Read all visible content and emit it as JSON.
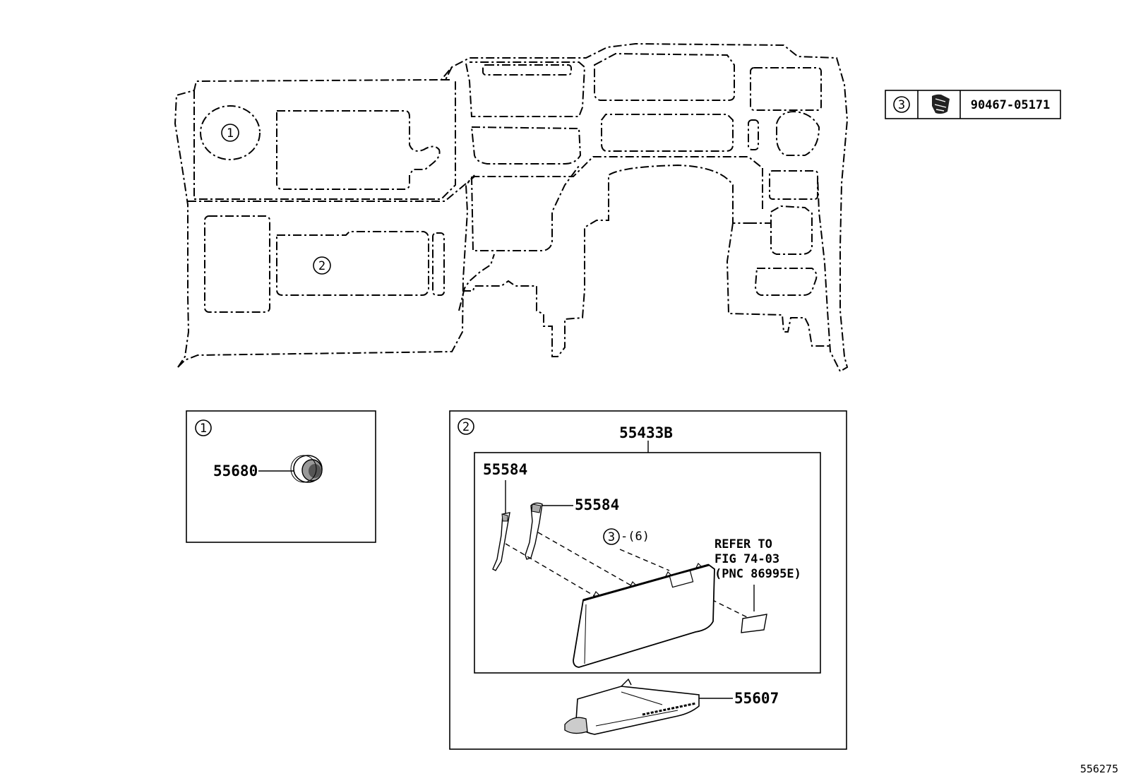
{
  "callouts": {
    "c1": "1",
    "c2": "2",
    "c3": "3"
  },
  "legend": {
    "callout": "3",
    "part_no": "90467-05171",
    "icon": "clip-icon"
  },
  "panel1": {
    "callout": "1",
    "part_label": "55680"
  },
  "panel2": {
    "callout": "2",
    "assembly_label": "55433B",
    "label_left_bracket": "55584",
    "label_right_bracket": "55584",
    "clip_callout": "3",
    "clip_qty": "-(6)",
    "note_line1": "REFER TO",
    "note_line2": "FIG 74-03",
    "note_line3": "(PNC 86995E)",
    "lower_part_label": "55607"
  },
  "figure_id": "556275"
}
